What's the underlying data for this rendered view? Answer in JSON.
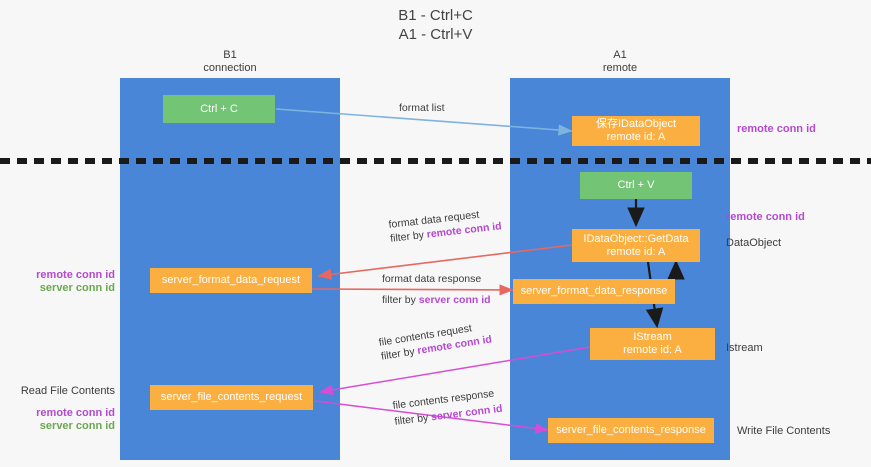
{
  "title": "B1 - Ctrl+C\nA1 - Ctrl+V",
  "columns": [
    {
      "name": "b1",
      "header": "B1\nconnection"
    },
    {
      "name": "a1",
      "header": "A1\nremote"
    }
  ],
  "divider": {
    "style": "dashed",
    "color": "#1a1a1a"
  },
  "boxes": {
    "ctrl_c": {
      "line1": "Ctrl + C",
      "line2": "",
      "color": "#74c476"
    },
    "save_idataobject": {
      "line1": "保存IDataObject",
      "line2": "remote id: A",
      "color": "#fbaf41"
    },
    "ctrl_v": {
      "line1": "Ctrl + V",
      "line2": "",
      "color": "#74c476"
    },
    "getdata": {
      "line1": "IDataObject::GetData",
      "line2": "remote id: A",
      "color": "#fbaf41"
    },
    "server_format_data_request": {
      "line1": "server_format_data_request",
      "line2": "",
      "color": "#fbaf41"
    },
    "server_format_data_response": {
      "line1": "server_format_data_response",
      "line2": "",
      "color": "#fbaf41"
    },
    "istream": {
      "line1": "IStream",
      "line2": "remote id: A",
      "color": "#fbaf41"
    },
    "server_file_contents_request": {
      "line1": "server_file_contents_request",
      "line2": "",
      "color": "#fbaf41"
    },
    "server_file_contents_response": {
      "line1": "server_file_contents_response",
      "line2": "",
      "color": "#fbaf41"
    }
  },
  "arrow_labels": {
    "format_list": {
      "text": "format list",
      "filter": "",
      "filter_prefix": ""
    },
    "format_data_request": {
      "text": "format data request",
      "filter_prefix": "filter by ",
      "filter": "remote conn id",
      "filter_color": "#b44ad0"
    },
    "format_data_response": {
      "text": "format data response",
      "filter_prefix": "filter by ",
      "filter": "server conn id",
      "filter_color": "#b44ad0"
    },
    "file_contents_request": {
      "text": "file contents request",
      "filter_prefix": "filter by ",
      "filter": "remote conn id",
      "filter_color": "#b44ad0"
    },
    "file_contents_response": {
      "text": "file contents response",
      "filter_prefix": "filter by ",
      "filter": "server conn id",
      "filter_color": "#b44ad0"
    }
  },
  "right_labels": {
    "remote_conn_id_top": "remote conn id",
    "remote_conn_id_mid": "remote conn id",
    "dataobject": "DataObject",
    "istream": "Istream",
    "write_file_contents": "Write File Contents"
  },
  "left_labels": {
    "remote_conn_id_1": "remote conn id",
    "server_conn_id_1": "server conn id",
    "read_file_contents": "Read File Contents",
    "remote_conn_id_2": "remote conn id",
    "server_conn_id_2": "server conn id"
  },
  "colors": {
    "background": "#f7f7f7",
    "column": "#4a86d8",
    "green_box": "#74c476",
    "orange_box": "#fbaf41",
    "arrow_blue": "#7eb3e0",
    "arrow_red": "#e8685f",
    "arrow_magenta": "#d94bd4",
    "arrow_black": "#1a1a1a",
    "purple_text": "#b44ad0",
    "green_text": "#6aa84f"
  }
}
